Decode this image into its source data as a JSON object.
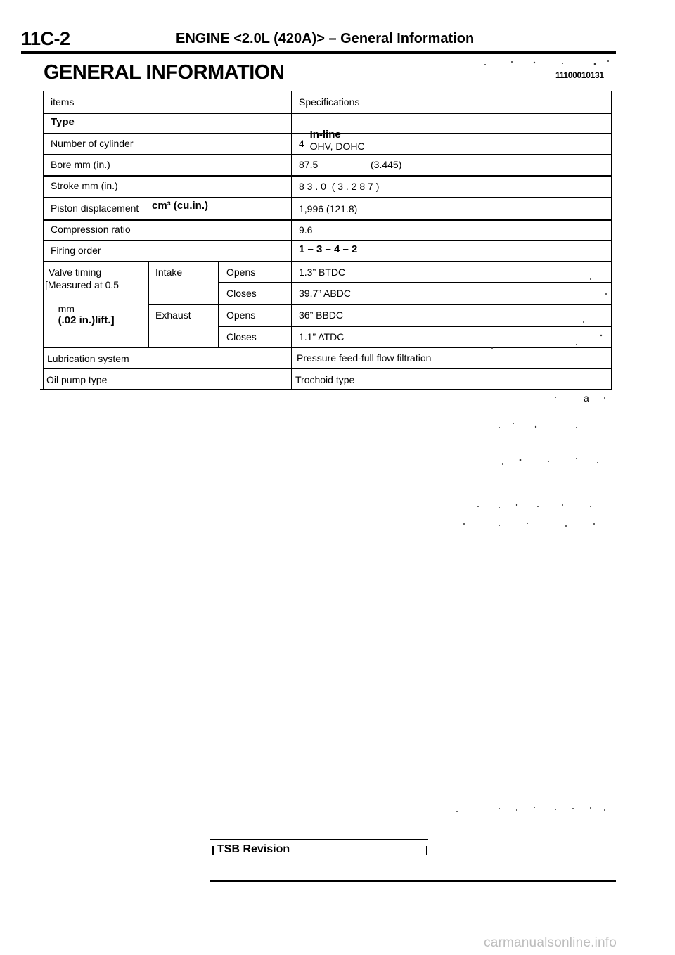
{
  "header": {
    "page_code": "11C-2",
    "title": "ENGINE <2.0L (420A)> – General Information"
  },
  "section": {
    "title": "GENERAL INFORMATION",
    "code": "11100010131"
  },
  "table": {
    "col_items": "items",
    "col_specs": "Specifications",
    "rows": [
      {
        "item": "Type",
        "spec_prefix": "In-line",
        "spec": "OHV, DOHC"
      },
      {
        "item": "Number of cylinder",
        "spec": "4"
      },
      {
        "item": "Bore mm (in.)",
        "spec": "87.5",
        "spec_b": "(3.445)"
      },
      {
        "item": "Stroke mm (in.)",
        "spec": "8 3 . 0  ( 3 . 2 8 7 )"
      },
      {
        "item": "Piston displacement",
        "unit": "cm³ (cu.in.)",
        "spec": "1,996 (121.8)"
      },
      {
        "item": "Compression ratio",
        "spec": "9.6"
      },
      {
        "item": "Firing order",
        "spec": "1 – 3 – 4 – 2"
      }
    ],
    "valve_timing": {
      "label_line1": "Valve timing",
      "label_line2": "[Measured at 0.5",
      "label_line3": "mm",
      "label_line3_bold": "(.02 in.)lift.]",
      "intake": "Intake",
      "exhaust": "Exhaust",
      "intake_opens": "Opens",
      "intake_opens_value": "1.3” BTDC",
      "intake_closes": "Closes",
      "intake_closes_value": "39.7” ABDC",
      "exhaust_opens": "Opens",
      "exhaust_opens_value": "36” BBDC",
      "exhaust_closes": "Closes",
      "exhaust_closes_value": "1.1” ATDC"
    },
    "lubrication": {
      "item": "Lubrication system",
      "spec": "Pressure feed-full flow filtration"
    },
    "oil_pump": {
      "item": "Oil pump type",
      "spec": "Trochoid type"
    }
  },
  "stray_mark": "a",
  "footer": {
    "tsb_label": "TSB Revision",
    "watermark": "carmanualsonline.info"
  }
}
